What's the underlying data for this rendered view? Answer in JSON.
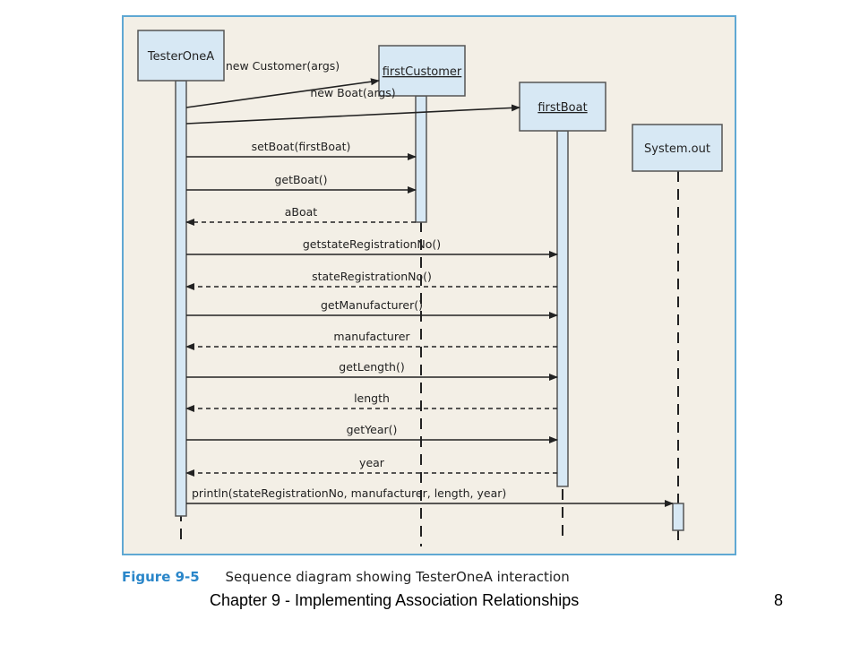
{
  "figure": {
    "objects": [
      {
        "id": "tester",
        "label": "TesterOneA",
        "underlined": false
      },
      {
        "id": "customer",
        "label": "firstCustomer",
        "underlined": true
      },
      {
        "id": "boat",
        "label": "firstBoat",
        "underlined": true
      },
      {
        "id": "sysout",
        "label": "System.out",
        "underlined": false
      }
    ],
    "messages": [
      {
        "label": "new Customer(args)",
        "from": "tester",
        "to": "customer",
        "kind": "create"
      },
      {
        "label": "new Boat(args)",
        "from": "tester",
        "to": "boat",
        "kind": "create"
      },
      {
        "label": "setBoat(firstBoat)",
        "from": "tester",
        "to": "customer",
        "kind": "call"
      },
      {
        "label": "getBoat()",
        "from": "tester",
        "to": "customer",
        "kind": "call"
      },
      {
        "label": "aBoat",
        "from": "customer",
        "to": "tester",
        "kind": "return"
      },
      {
        "label": "getstateRegistrationNo()",
        "from": "tester",
        "to": "boat",
        "kind": "call"
      },
      {
        "label": "stateRegistrationNo()",
        "from": "boat",
        "to": "tester",
        "kind": "return"
      },
      {
        "label": "getManufacturer()",
        "from": "tester",
        "to": "boat",
        "kind": "call"
      },
      {
        "label": "manufacturer",
        "from": "boat",
        "to": "tester",
        "kind": "return"
      },
      {
        "label": "getLength()",
        "from": "tester",
        "to": "boat",
        "kind": "call"
      },
      {
        "label": "length",
        "from": "boat",
        "to": "tester",
        "kind": "return"
      },
      {
        "label": "getYear()",
        "from": "tester",
        "to": "boat",
        "kind": "call"
      },
      {
        "label": "year",
        "from": "boat",
        "to": "tester",
        "kind": "return"
      },
      {
        "label": "println(stateRegistrationNo, manufacturer, length, year)",
        "from": "tester",
        "to": "sysout",
        "kind": "call"
      }
    ],
    "caption_number": "Figure 9-5",
    "caption_text": "Sequence diagram showing TesterOneA interaction"
  },
  "footer": {
    "title": "Chapter 9 - Implementing Association Relationships",
    "page": "8"
  },
  "colors": {
    "figure_background": "#f3efe6",
    "figure_border": "#5fa8d3",
    "object_fill": "#d7e8f4",
    "caption_accent": "#2a86c9"
  }
}
